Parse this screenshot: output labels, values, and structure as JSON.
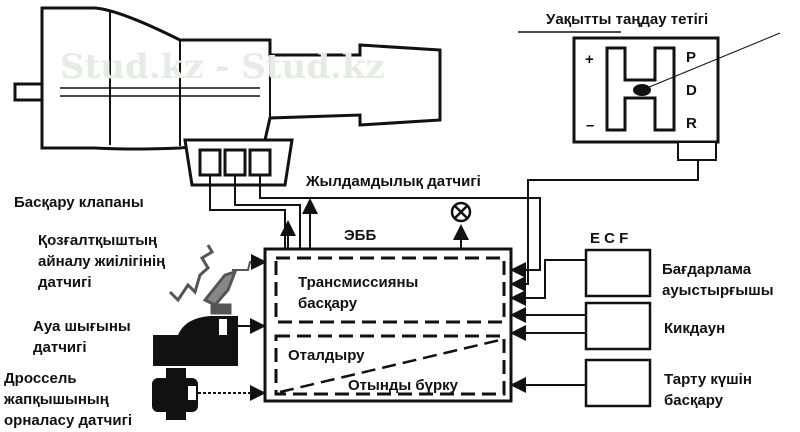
{
  "watermark": "Stud.kz - Stud.kz",
  "labels": {
    "selector_title": "Уақытты таңдау тетігі",
    "selector_plus": "+",
    "selector_minus": "–",
    "selector_p": "P",
    "selector_d": "D",
    "selector_r": "R",
    "control_valve": "Басқару клапаны",
    "speed_sensor": "Жылдамдылық датчигі",
    "ecu": "ЭББ",
    "transmission_control_1": "Трансмиссияны",
    "transmission_control_2": "басқару",
    "ignition": "Оталдыру",
    "fuel_injection": "Отынды бүрку",
    "engine_speed_sensor_1": "Қозғалтқыштың",
    "engine_speed_sensor_2": "айналу жиілігінің",
    "engine_speed_sensor_3": "датчигі",
    "air_flow_sensor_1": "Ауа шығыны",
    "air_flow_sensor_2": "датчигі",
    "throttle_sensor_1": "Дроссель",
    "throttle_sensor_2": "жапқышының",
    "throttle_sensor_3": "орналасу датчигі",
    "ecf": "E C F",
    "program_switch_1": "Бағдарлама",
    "program_switch_2": "ауыстырғышы",
    "kickdown": "Кикдаун",
    "traction_control_1": "Тарту күшін",
    "traction_control_2": "басқару"
  }
}
